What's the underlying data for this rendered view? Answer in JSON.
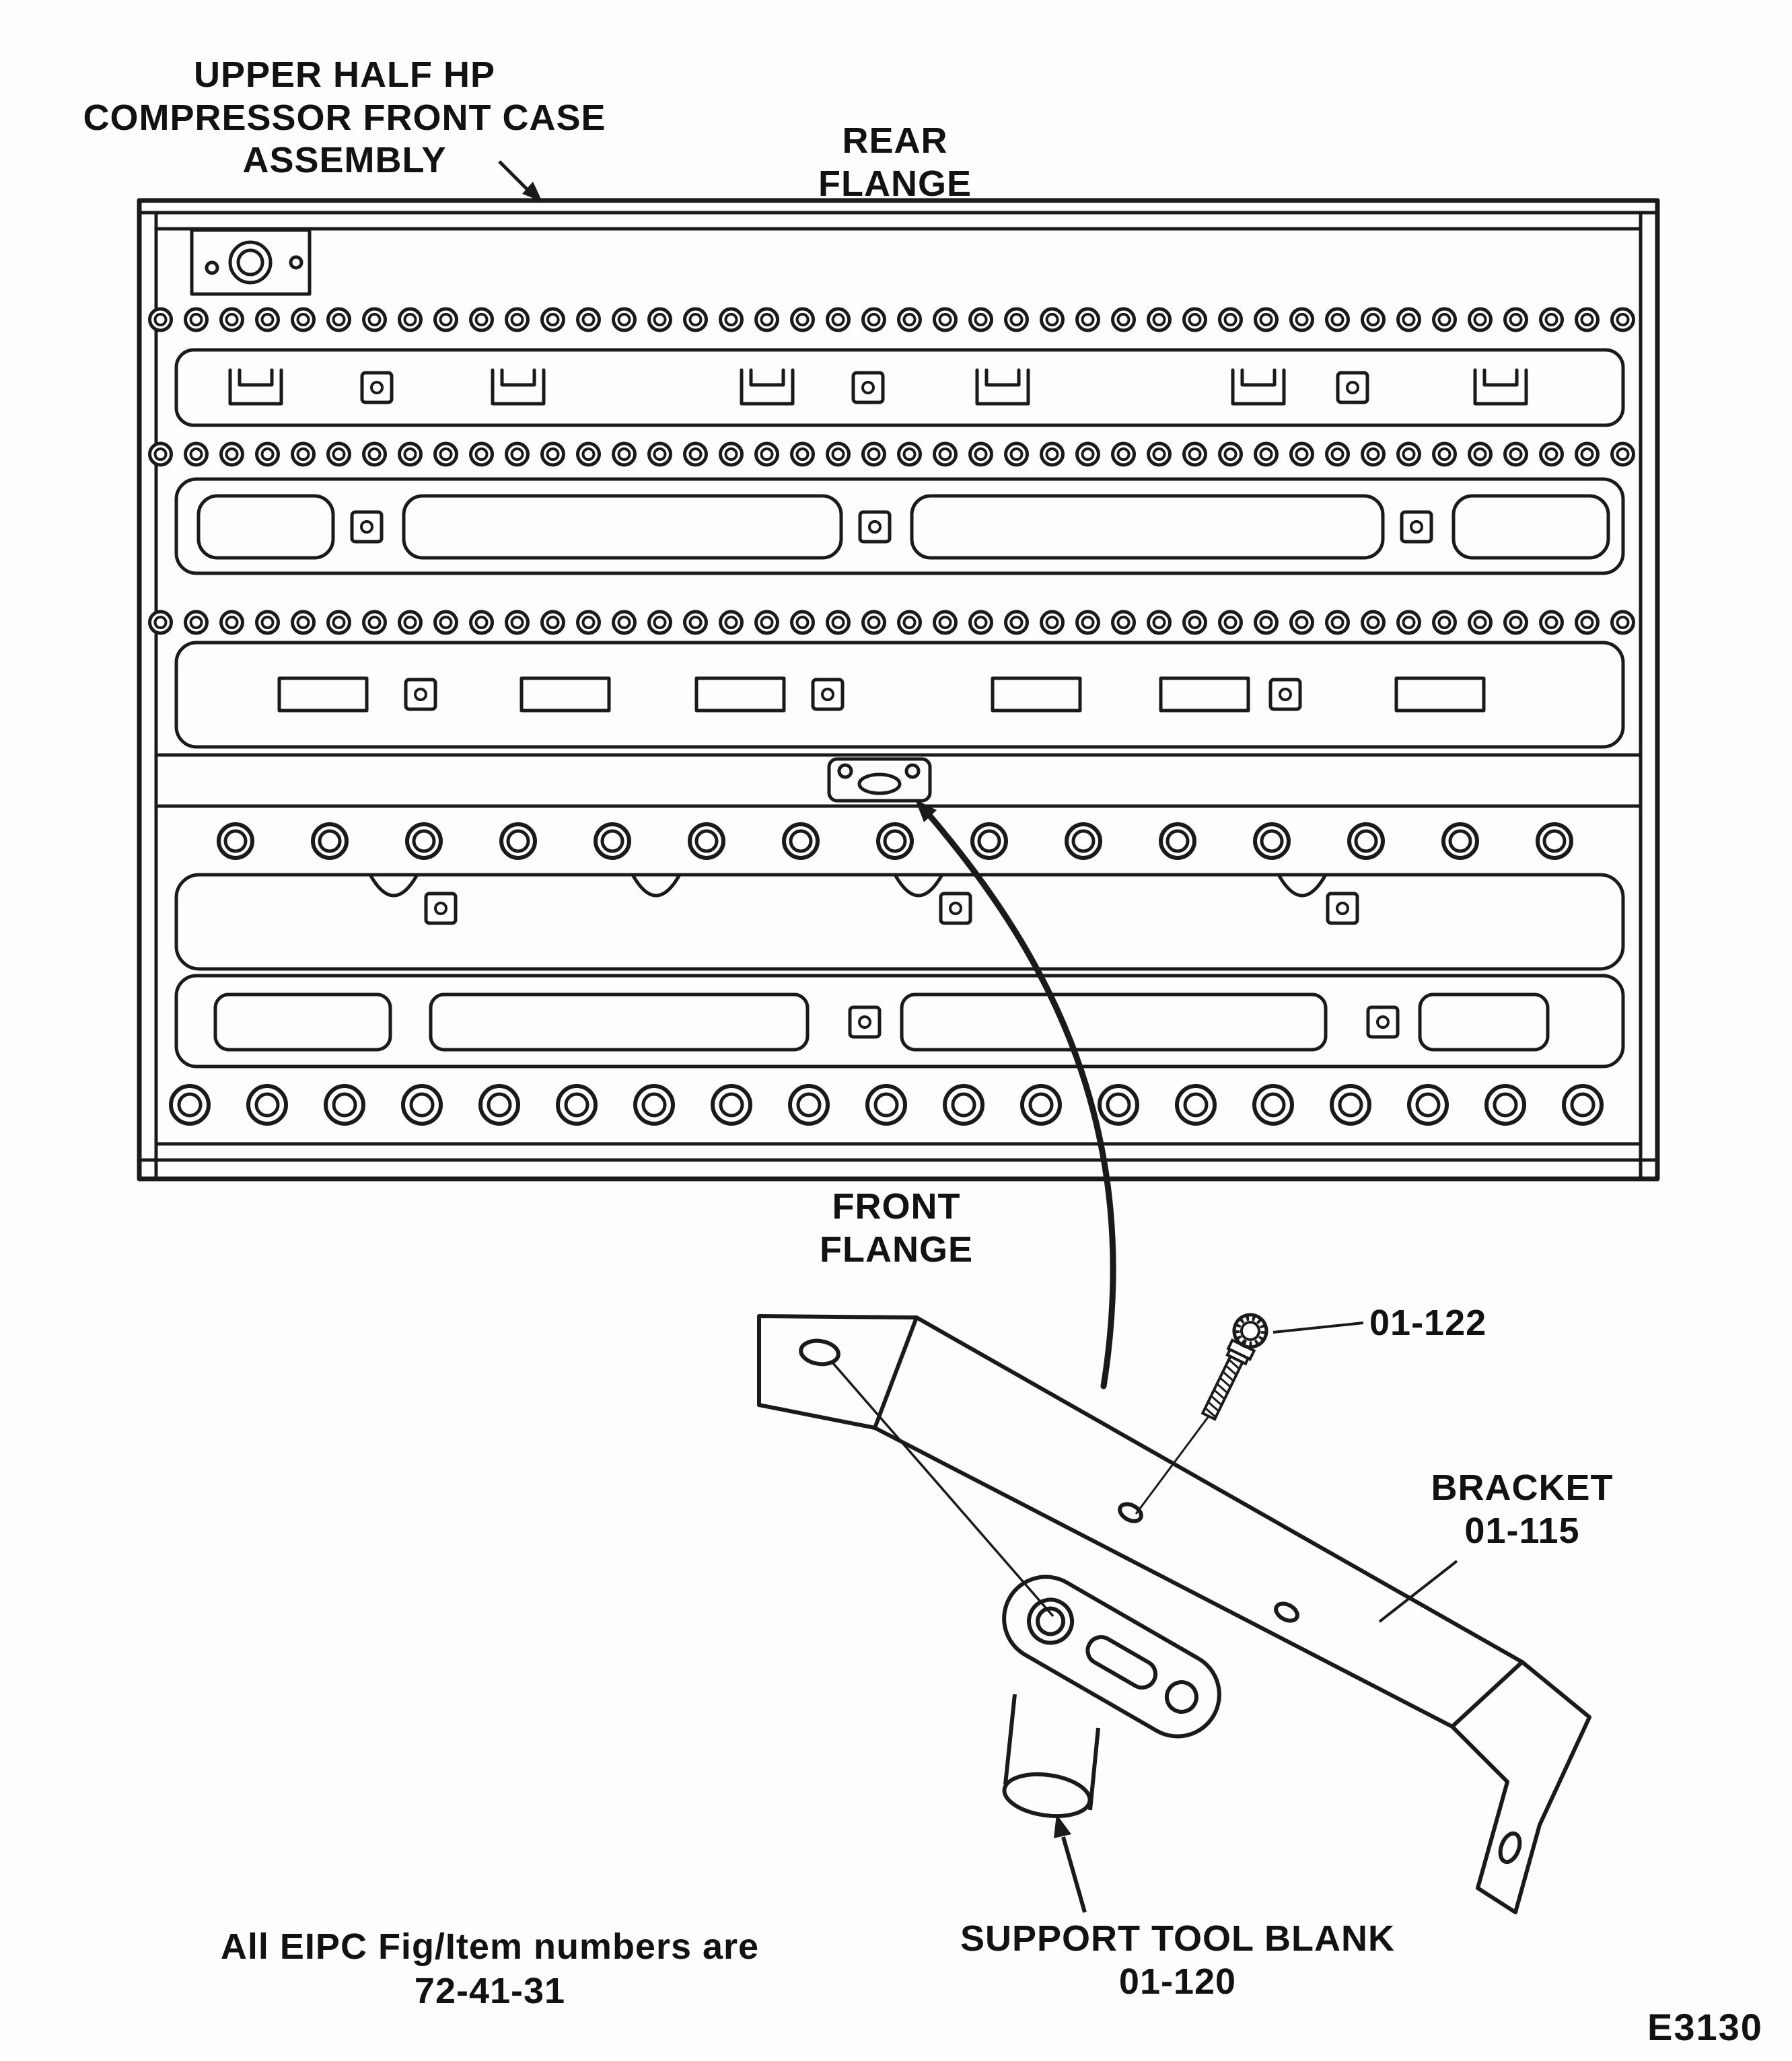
{
  "labels": {
    "assembly": {
      "l1": "UPPER HALF HP",
      "l2": "COMPRESSOR FRONT CASE",
      "l3": "ASSEMBLY"
    },
    "rear_flange": {
      "l1": "REAR",
      "l2": "FLANGE"
    },
    "front_flange": {
      "l1": "FRONT",
      "l2": "FLANGE"
    },
    "bolt_item": "01-122",
    "bracket": {
      "l1": "BRACKET",
      "l2": "01-115"
    },
    "support_tool": {
      "l1": "SUPPORT TOOL BLANK",
      "l2": "01-120"
    },
    "note": {
      "l1": "All EIPC Fig/Item numbers are",
      "l2": "72-41-31"
    },
    "figure_code": "E3130"
  },
  "colors": {
    "ink": "#1a1a1a",
    "paper": "#fdfdfb"
  }
}
